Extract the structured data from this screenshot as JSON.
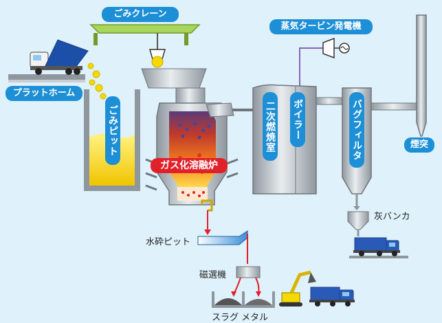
{
  "labels": {
    "crane": "ごみクレーン",
    "turbine": "蒸気タービン発電機",
    "platform": "プラットホーム",
    "pit": "ごみピット",
    "secondary": "二次燃焼室",
    "boiler": "ボイラー",
    "bagfilter": "バグフィルタ",
    "chimney": "煙突",
    "melter": "ガス化溶融炉",
    "ashbunker": "灰バンカ",
    "waterpit": "水砕ピット",
    "magnetic": "磁選機",
    "products": "スラグ メタル"
  },
  "colors": {
    "label_bg": "#1d8fd6",
    "melter_label_bg": "#e2202a",
    "background": "#dff1fa",
    "steel": "#b8bec4",
    "garbage": "#f5d800",
    "crane": "#a8d65a"
  }
}
